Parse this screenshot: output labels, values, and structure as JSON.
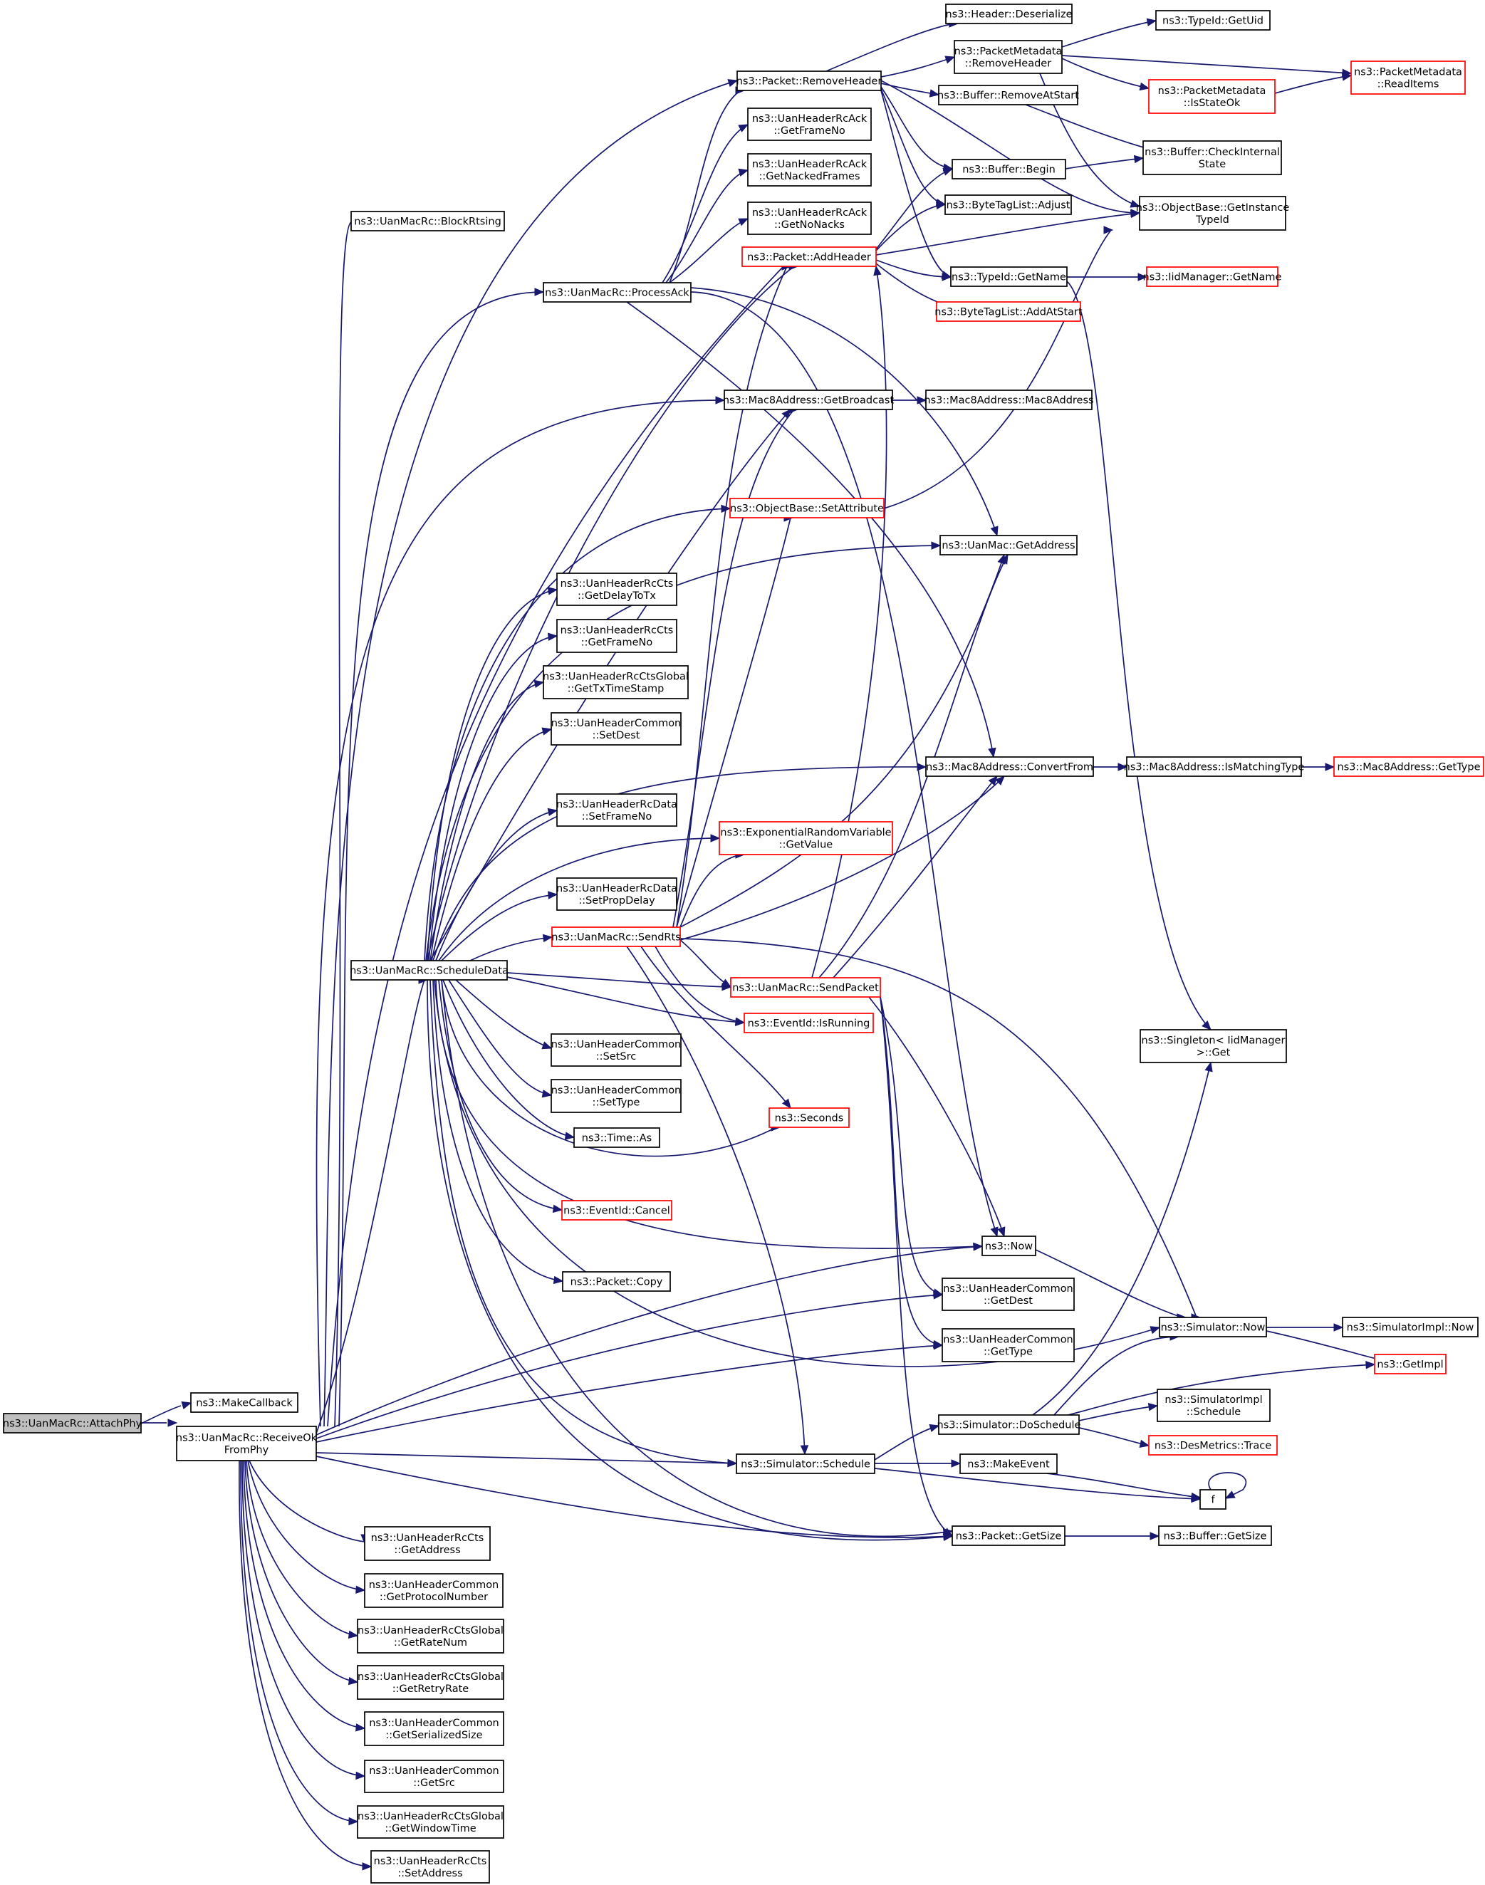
{
  "nodes": {
    "attach_phy": [
      "ns3::UanMacRc::AttachPhy"
    ],
    "make_callback": [
      "ns3::MakeCallback"
    ],
    "receive_ok_from_phy": [
      "ns3::UanMacRc::ReceiveOk",
      "FromPhy"
    ],
    "block_rtsing": [
      "ns3::UanMacRc::BlockRtsing"
    ],
    "process_ack": [
      "ns3::UanMacRc::ProcessAck"
    ],
    "schedule_data": [
      "ns3::UanMacRc::ScheduleData"
    ],
    "cts_get_address": [
      "ns3::UanHeaderRcCts",
      "::GetAddress"
    ],
    "common_get_protocol_number": [
      "ns3::UanHeaderCommon",
      "::GetProtocolNumber"
    ],
    "ctsg_get_rate_num": [
      "ns3::UanHeaderRcCtsGlobal",
      "::GetRateNum"
    ],
    "ctsg_get_retry_rate": [
      "ns3::UanHeaderRcCtsGlobal",
      "::GetRetryRate"
    ],
    "common_get_serialized_size": [
      "ns3::UanHeaderCommon",
      "::GetSerializedSize"
    ],
    "common_get_src": [
      "ns3::UanHeaderCommon",
      "::GetSrc"
    ],
    "ctsg_get_window_time": [
      "ns3::UanHeaderRcCtsGlobal",
      "::GetWindowTime"
    ],
    "cts_set_address": [
      "ns3::UanHeaderRcCts",
      "::SetAddress"
    ],
    "packet_remove_header": [
      "ns3::Packet::RemoveHeader"
    ],
    "ack_get_frame_no": [
      "ns3::UanHeaderRcAck",
      "::GetFrameNo"
    ],
    "ack_get_nacked_frames": [
      "ns3::UanHeaderRcAck",
      "::GetNackedFrames"
    ],
    "ack_get_no_nacks": [
      "ns3::UanHeaderRcAck",
      "::GetNoNacks"
    ],
    "packet_add_header": [
      "ns3::Packet::AddHeader"
    ],
    "mac8_get_broadcast": [
      "ns3::Mac8Address::GetBroadcast"
    ],
    "object_set_attribute": [
      "ns3::ObjectBase::SetAttribute"
    ],
    "cts_get_delay_to_tx": [
      "ns3::UanHeaderRcCts",
      "::GetDelayToTx"
    ],
    "cts_get_frame_no": [
      "ns3::UanHeaderRcCts",
      "::GetFrameNo"
    ],
    "ctsg_get_tx_time_stamp": [
      "ns3::UanHeaderRcCtsGlobal",
      "::GetTxTimeStamp"
    ],
    "common_set_dest": [
      "ns3::UanHeaderCommon",
      "::SetDest"
    ],
    "data_set_frame_no": [
      "ns3::UanHeaderRcData",
      "::SetFrameNo"
    ],
    "exp_rv_get_value": [
      "ns3::ExponentialRandomVariable",
      "::GetValue"
    ],
    "data_set_prop_delay": [
      "ns3::UanHeaderRcData",
      "::SetPropDelay"
    ],
    "send_rts": [
      "ns3::UanMacRc::SendRts"
    ],
    "send_packet": [
      "ns3::UanMacRc::SendPacket"
    ],
    "event_is_running": [
      "ns3::EventId::IsRunning"
    ],
    "common_set_src": [
      "ns3::UanHeaderCommon",
      "::SetSrc"
    ],
    "common_set_type": [
      "ns3::UanHeaderCommon",
      "::SetType"
    ],
    "time_as": [
      "ns3::Time::As"
    ],
    "seconds": [
      "ns3::Seconds"
    ],
    "event_cancel": [
      "ns3::EventId::Cancel"
    ],
    "packet_copy": [
      "ns3::Packet::Copy"
    ],
    "simulator_schedule": [
      "ns3::Simulator::Schedule"
    ],
    "header_deserialize": [
      "ns3::Header::Deserialize"
    ],
    "pm_remove_header": [
      "ns3::PacketMetadata",
      "::RemoveHeader"
    ],
    "buffer_remove_at_start": [
      "ns3::Buffer::RemoveAtStart"
    ],
    "buffer_begin": [
      "ns3::Buffer::Begin"
    ],
    "bytetag_adjust": [
      "ns3::ByteTagList::Adjust"
    ],
    "typeid_get_name": [
      "ns3::TypeId::GetName"
    ],
    "bytetag_add_at_start": [
      "ns3::ByteTagList::AddAtStart"
    ],
    "mac8_ctor": [
      "ns3::Mac8Address::Mac8Address"
    ],
    "uanmac_get_address": [
      "ns3::UanMac::GetAddress"
    ],
    "mac8_convert_from": [
      "ns3::Mac8Address::ConvertFrom"
    ],
    "now": [
      "ns3::Now"
    ],
    "common_get_dest": [
      "ns3::UanHeaderCommon",
      "::GetDest"
    ],
    "common_get_type": [
      "ns3::UanHeaderCommon",
      "::GetType"
    ],
    "sim_do_schedule": [
      "ns3::Simulator::DoSchedule"
    ],
    "make_event": [
      "ns3::MakeEvent"
    ],
    "packet_get_size": [
      "ns3::Packet::GetSize"
    ],
    "typeid_get_uid": [
      "ns3::TypeId::GetUid"
    ],
    "pm_is_state_ok": [
      "ns3::PacketMetadata",
      "::IsStateOk"
    ],
    "buffer_check_internal_state": [
      "ns3::Buffer::CheckInternal",
      "State"
    ],
    "object_get_instance_typeid": [
      "ns3::ObjectBase::GetInstance",
      "TypeId"
    ],
    "iid_get_name": [
      "ns3::IidManager::GetName"
    ],
    "mac8_is_matching_type": [
      "ns3::Mac8Address::IsMatchingType"
    ],
    "singleton_get": [
      "ns3::Singleton< IidManager",
      " >::Get"
    ],
    "simulator_now": [
      "ns3::Simulator::Now"
    ],
    "sim_impl_schedule": [
      "ns3::SimulatorImpl",
      "::Schedule"
    ],
    "des_metrics_trace": [
      "ns3::DesMetrics::Trace"
    ],
    "f": [
      "f"
    ],
    "buffer_get_size": [
      "ns3::Buffer::GetSize"
    ],
    "pm_read_items": [
      "ns3::PacketMetadata",
      "::ReadItems"
    ],
    "mac8_get_type": [
      "ns3::Mac8Address::GetType"
    ],
    "sim_impl_now": [
      "ns3::SimulatorImpl::Now"
    ],
    "get_impl": [
      "ns3::GetImpl"
    ]
  },
  "colors": {
    "edge": "#191970",
    "node_border": "#000000",
    "truncated_border": "#ff0000",
    "root_fill": "#bfbfbf"
  }
}
